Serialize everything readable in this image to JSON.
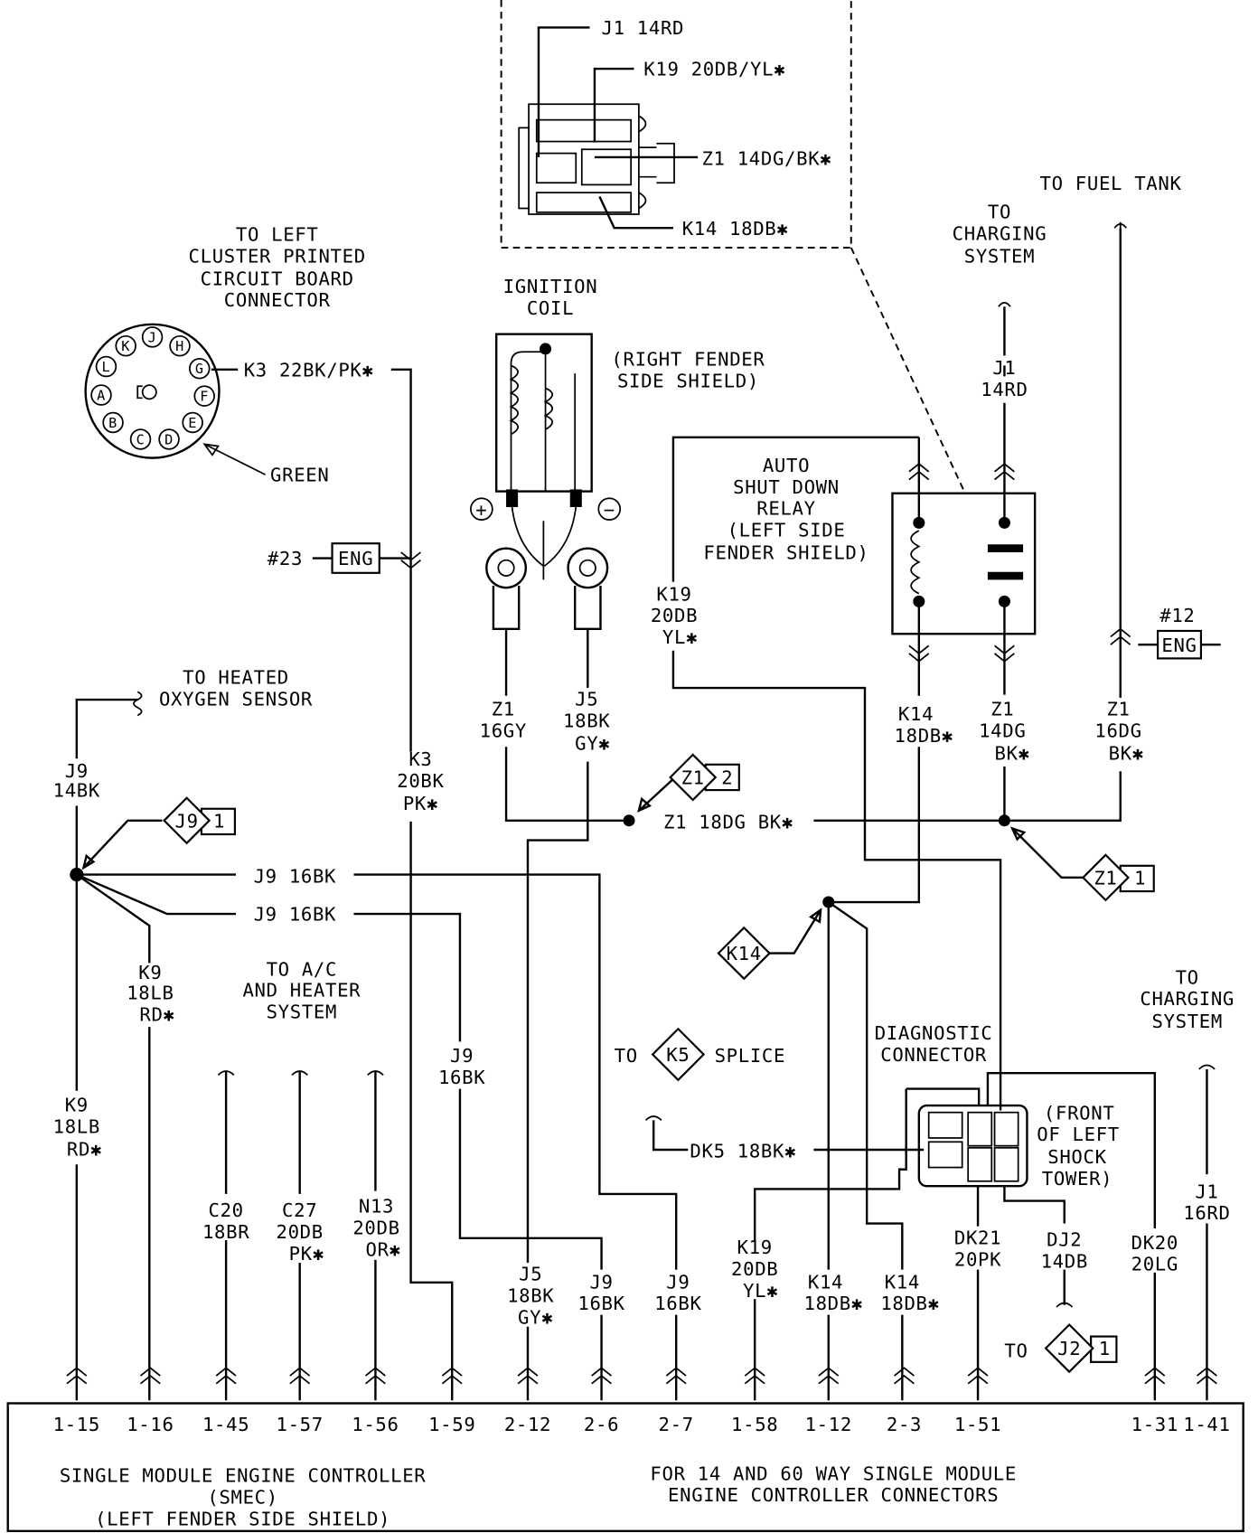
{
  "inset": {
    "j1": "J1 14RD",
    "k19": "K19 20DB/YL✱",
    "z1": "Z1 14DG/BK✱",
    "k14": "K14 18DB✱"
  },
  "cluster": {
    "title": [
      "TO LEFT",
      "CLUSTER PRINTED",
      "CIRCUIT BOARD",
      "CONNECTOR"
    ],
    "pins": [
      "K",
      "J",
      "H",
      "L",
      "G",
      "A",
      "F",
      "B",
      "C",
      "D",
      "E"
    ],
    "wire": "K3 22BK/PK✱",
    "color_label": "GREEN"
  },
  "ignition": {
    "title": [
      "IGNITION",
      "COIL"
    ],
    "location": [
      "(RIGHT FENDER",
      "SIDE SHIELD)"
    ],
    "plus": "+",
    "minus": "−"
  },
  "eng23": {
    "num": "#23",
    "label": "ENG"
  },
  "eng12": {
    "num": "#12",
    "label": "ENG"
  },
  "relay": {
    "title": [
      "AUTO",
      "SHUT DOWN",
      "RELAY",
      "(LEFT SIDE",
      "FENDER SHIELD)"
    ]
  },
  "charging_top": [
    "TO",
    "CHARGING",
    "SYSTEM"
  ],
  "fuel_tank": "TO FUEL TANK",
  "oxygen": [
    "TO HEATED",
    "OXYGEN SENSOR"
  ],
  "ac": [
    "TO A/C",
    "AND HEATER",
    "SYSTEM"
  ],
  "k5": {
    "to": "TO",
    "id": "K5",
    "splice": "SPLICE"
  },
  "diag": {
    "title": [
      "DIAGNOSTIC",
      "CONNECTOR"
    ],
    "location": [
      "(FRONT",
      "OF LEFT",
      "SHOCK",
      "TOWER)"
    ]
  },
  "charging_right": [
    "TO",
    "CHARGING",
    "SYSTEM"
  ],
  "j2": {
    "to": "TO",
    "id": "J2",
    "num": "1"
  },
  "splices": {
    "z1_2": {
      "id": "Z1",
      "num": "2"
    },
    "z1_1": {
      "id": "Z1",
      "num": "1"
    },
    "j9_1": {
      "id": "J9",
      "num": "1"
    },
    "k14": {
      "id": "K14"
    }
  },
  "wires": {
    "j1_14rd": [
      "J1",
      "14RD"
    ],
    "k19_relay": [
      "K19",
      "20DB",
      "YL✱"
    ],
    "k14_relay": [
      "K14",
      "18DB✱"
    ],
    "z1_14dg": [
      "Z1",
      "14DG",
      "BK✱"
    ],
    "z1_16dg": [
      "Z1",
      "16DG",
      "BK✱"
    ],
    "z1_16gy": [
      "Z1",
      "16GY"
    ],
    "j5_coil": [
      "J5",
      "18BK",
      "GY✱"
    ],
    "z1_18dg": "Z1 18DG BK✱",
    "j9_14bk": [
      "J9",
      "14BK"
    ],
    "j9_16bk_a": "J9 16BK",
    "j9_16bk_b": "J9 16BK",
    "k3_20bk": [
      "K3",
      "20BK",
      "PK✱"
    ],
    "k9_upper": [
      "K9",
      "18LB",
      "RD✱"
    ],
    "k9_lower": [
      "K9",
      "18LB",
      "RD✱"
    ],
    "j9_mid": [
      "J9",
      "16BK"
    ],
    "c20": [
      "C20",
      "18BR"
    ],
    "c27": [
      "C27",
      "20DB",
      "PK✱"
    ],
    "n13": [
      "N13",
      "20DB",
      "OR✱"
    ],
    "j5_low": [
      "J5",
      "18BK",
      "GY✱"
    ],
    "j9_26": [
      "J9",
      "16BK"
    ],
    "j9_27": [
      "J9",
      "16BK"
    ],
    "k19_low": [
      "K19",
      "20DB",
      "YL✱"
    ],
    "k14_112": [
      "K14",
      "18DB✱"
    ],
    "k14_23": [
      "K14",
      "18DB✱"
    ],
    "dk21": [
      "DK21",
      "20PK"
    ],
    "dj2": [
      "DJ2",
      "14DB"
    ],
    "dk20": [
      "DK20",
      "20LG"
    ],
    "j1_16rd": [
      "J1",
      "16RD"
    ],
    "dk5": "DK5 18BK✱"
  },
  "controller": {
    "pins": [
      "1-15",
      "1-16",
      "1-45",
      "1-57",
      "1-56",
      "1-59",
      "2-12",
      "2-6",
      "2-7",
      "1-58",
      "1-12",
      "2-3",
      "1-51",
      "1-31",
      "1-41"
    ],
    "title": [
      "SINGLE MODULE ENGINE CONTROLLER",
      "(SMEC)",
      "(LEFT FENDER SIDE SHIELD)"
    ],
    "note": [
      "FOR 14 AND 60 WAY SINGLE MODULE",
      "ENGINE CONTROLLER CONNECTORS"
    ]
  }
}
